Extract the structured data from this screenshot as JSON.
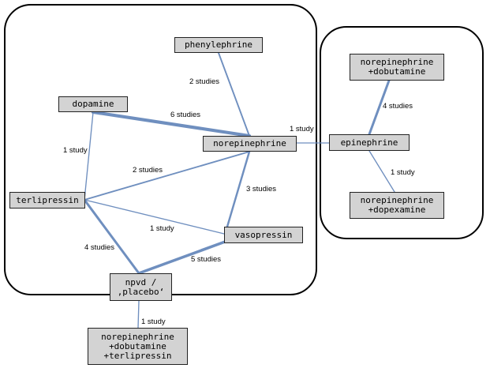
{
  "colors": {
    "edge": "#6f8fbf",
    "node_fill": "#d3d3d3",
    "node_border": "#222222",
    "group_border": "#000000"
  },
  "nodes": {
    "phenylephrine": [
      "phenylephrine"
    ],
    "dopamine": [
      "dopamine"
    ],
    "norepinephrine": [
      "norepinephrine"
    ],
    "terlipressin": [
      "terlipressin"
    ],
    "vasopressin": [
      "vasopressin"
    ],
    "npvd": [
      "npvd /",
      "‚placebo‘"
    ],
    "ne_dobutamine_terlipressin": [
      "norepinephrine",
      "+dobutamine",
      "+terlipressin"
    ],
    "epinephrine": [
      "epinephrine"
    ],
    "ne_dobutamine": [
      "norepinephrine",
      "+dobutamine"
    ],
    "ne_dopexamine": [
      "norepinephrine",
      "+dopexamine"
    ]
  },
  "edges": [
    {
      "id": "phenylephrine-norepinephrine",
      "label": "2 studies",
      "studies": 2
    },
    {
      "id": "dopamine-norepinephrine",
      "label": "6 studies",
      "studies": 6
    },
    {
      "id": "dopamine-terlipressin",
      "label": "1 study",
      "studies": 1
    },
    {
      "id": "terlipressin-norepinephrine",
      "label": "2 studies",
      "studies": 2
    },
    {
      "id": "norepinephrine-vasopressin",
      "label": "3 studies",
      "studies": 3
    },
    {
      "id": "terlipressin-vasopressin",
      "label": "1 study",
      "studies": 1
    },
    {
      "id": "terlipressin-npvd",
      "label": "4 studies",
      "studies": 4
    },
    {
      "id": "vasopressin-npvd",
      "label": "5 studies",
      "studies": 5
    },
    {
      "id": "npvd-ne_dobutamine_terlipressin",
      "label": "1 study",
      "studies": 1
    },
    {
      "id": "norepinephrine-epinephrine",
      "label": "1 study",
      "studies": 1
    },
    {
      "id": "ne_dobutamine-epinephrine",
      "label": "4 studies",
      "studies": 4
    },
    {
      "id": "epinephrine-ne_dopexamine",
      "label": "1 study",
      "studies": 1
    }
  ]
}
